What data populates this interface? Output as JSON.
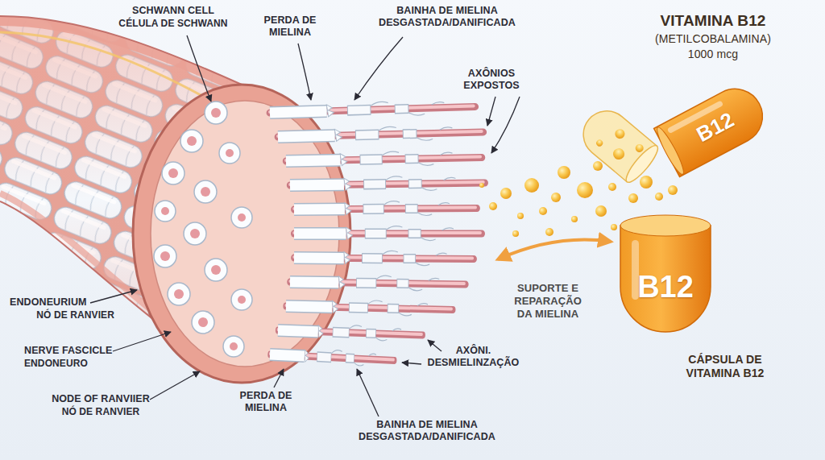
{
  "diagram": {
    "nodes": [
      {
        "text": [
          "B12"
        ]
      },
      {
        "text": [
          "B12"
        ]
      }
    ],
    "labels": [
      "SCHWANN CELL",
      "CÉLULA DE SCHWANN",
      "PERDA DE MIELINA",
      "BAINHA DE MIELINA DESGASTADA/DANIFICADA",
      "AXÔNIOS EXPOSTOS",
      "VITAMINA B12",
      "(METILCOBALAMINA)",
      "1000 mcg",
      "SUPORTE E REPARAÇÃO DA MIELINA",
      "CÁPSULA DE VITAMINA B12",
      "ENDONEURIUM",
      "NÓ DE RANVIER",
      "NERVE FASCICLE",
      "ENDONEURO",
      "NODE OF RANVIIER",
      "NÓ DE RANVIER",
      "PERDA DE MIELINA",
      "BAINHA DE MIELINA DESGASTADA/DANIFICADA",
      "AXÔNI. DESMIELINZAÇÃO"
    ]
  }
}
